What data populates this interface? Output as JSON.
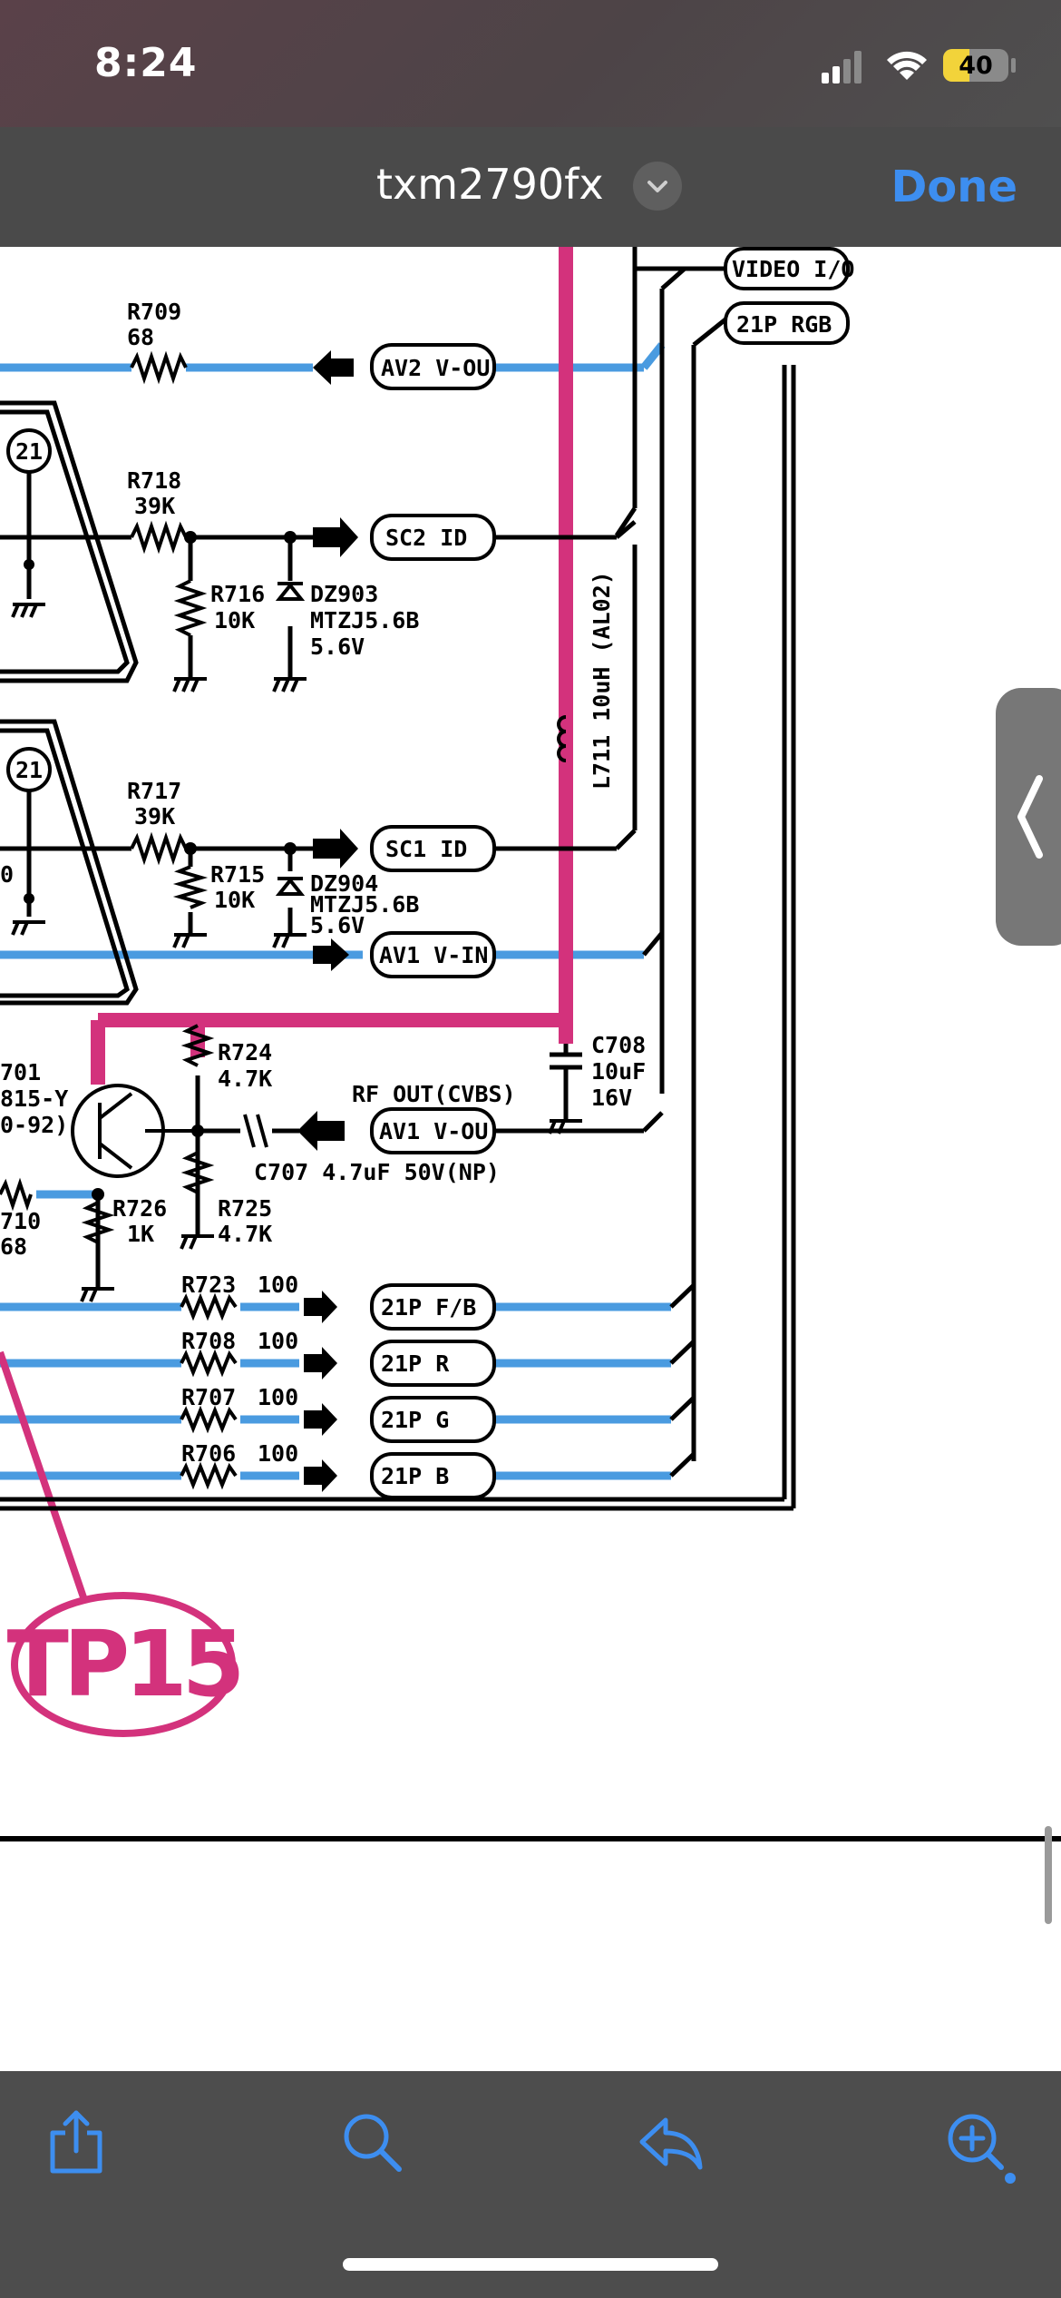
{
  "status_bar": {
    "time": "8:24",
    "battery": "40"
  },
  "nav": {
    "title": "txm2790fx",
    "done_label": "Done"
  },
  "schematic": {
    "labels": {
      "video_io": "VIDEO I/O",
      "rgb_21p": "21P RGB",
      "r709": "R709",
      "r709_val": "68",
      "av2_vout": "AV2 V-OU",
      "r718": "R718",
      "r718_val": "39K",
      "sc2_id": "SC2 ID",
      "r716": "R716",
      "r716_val": "10K",
      "dz903": "DZ903",
      "dz903_part": "MTZJ5.6B",
      "dz903_v": "5.6V",
      "l711": "L711 10uH (AL02)",
      "r717": "R717",
      "r717_val": "39K",
      "sc1_id": "SC1 ID",
      "r715": "R715",
      "r715_val": "10K",
      "dz904": "DZ904",
      "dz904_part": "MTZJ5.6B",
      "dz904_v": "5.6V",
      "av1_vin": "AV1 V-IN",
      "q701_a": "701",
      "q701_b": "815-Y",
      "q701_c": "0-92)",
      "r724": "R724",
      "r724_val": "4.7K",
      "c708": "C708",
      "c708_val": "10uF",
      "c708_v": "16V",
      "rf_out": "RF OUT(CVBS)",
      "av1_vout": "AV1 V-OU",
      "c707": "C707 4.7uF 50V(NP)",
      "r726": "R726",
      "r726_val": "1K",
      "r725": "R725",
      "r725_val": "4.7K",
      "r710a": "710",
      "r710b": "68",
      "r723": "R723",
      "r723_val": "100",
      "fb": "21P F/B",
      "r708": "R708",
      "r708_val": "100",
      "r": "21P R",
      "r707": "R707",
      "r707_val": "100",
      "g": "21P G",
      "r706": "R706",
      "r706_val": "100",
      "b": "21P B",
      "pin21": "21",
      "pin0": "0",
      "tp15": "TP15"
    }
  },
  "toolbar": {
    "share": "share-icon",
    "search": "search-icon",
    "reply": "reply-icon",
    "markup": "markup-zoom-icon"
  },
  "colors": {
    "signal": "#4a9be0",
    "test_point": "#d3327c",
    "accent": "#3d8ef0"
  }
}
